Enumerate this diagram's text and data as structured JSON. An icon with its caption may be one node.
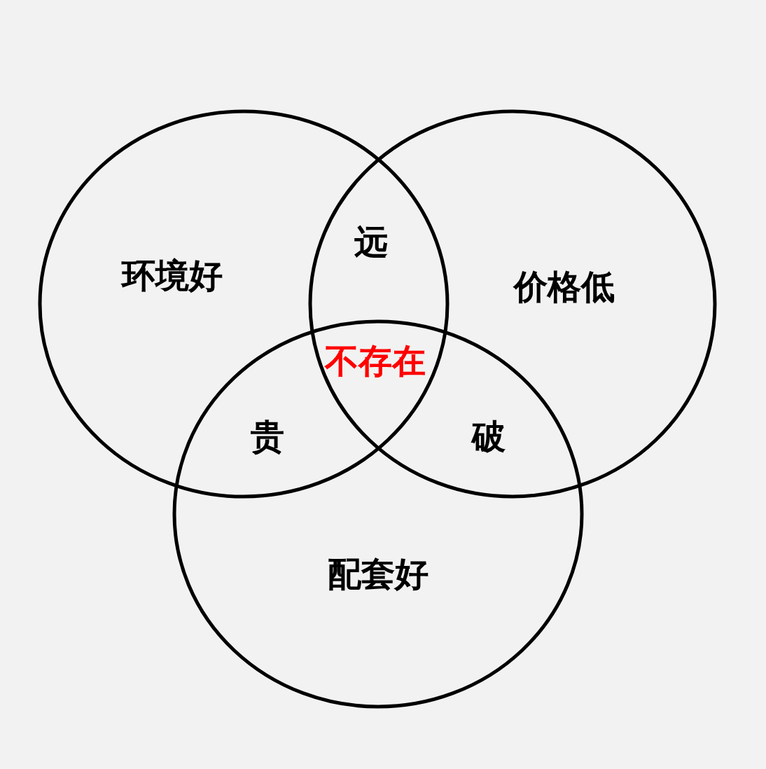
{
  "diagram": {
    "nodes": [
      {
        "text": [
          "环境好"
        ]
      },
      {
        "text": [
          "价格低"
        ]
      },
      {
        "text": [
          "配套好"
        ]
      }
    ],
    "labels": [
      "远",
      "不存在",
      "贵",
      "破"
    ]
  }
}
